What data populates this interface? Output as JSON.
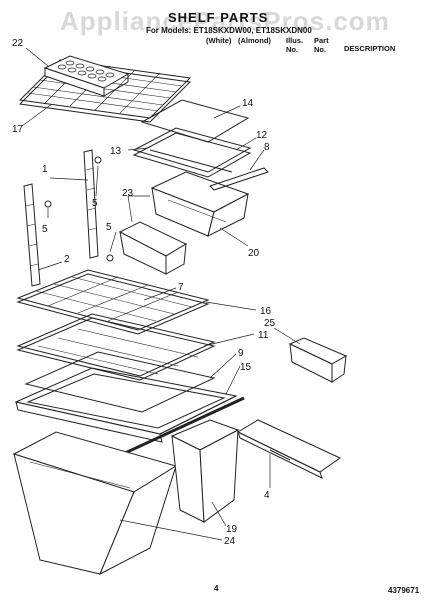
{
  "watermark": "AppliancePartsPros.com",
  "header": {
    "title": "SHELF PARTS",
    "models": "For Models: ET18SKXDW00, ET18SKXDN00",
    "color_white": "(White)",
    "color_almond": "(Almond)",
    "illus_no": [
      "Illus.",
      "No."
    ],
    "part_no": [
      "Part",
      "No."
    ],
    "description": "DESCRIPTION"
  },
  "callouts": [
    "22",
    "17",
    "14",
    "12",
    "13",
    "8",
    "1",
    "23",
    "5",
    "5",
    "5",
    "20",
    "2",
    "7",
    "16",
    "25",
    "11",
    "9",
    "15",
    "4",
    "19",
    "24"
  ],
  "footer": {
    "page": "4",
    "doc_number": "4379671"
  }
}
